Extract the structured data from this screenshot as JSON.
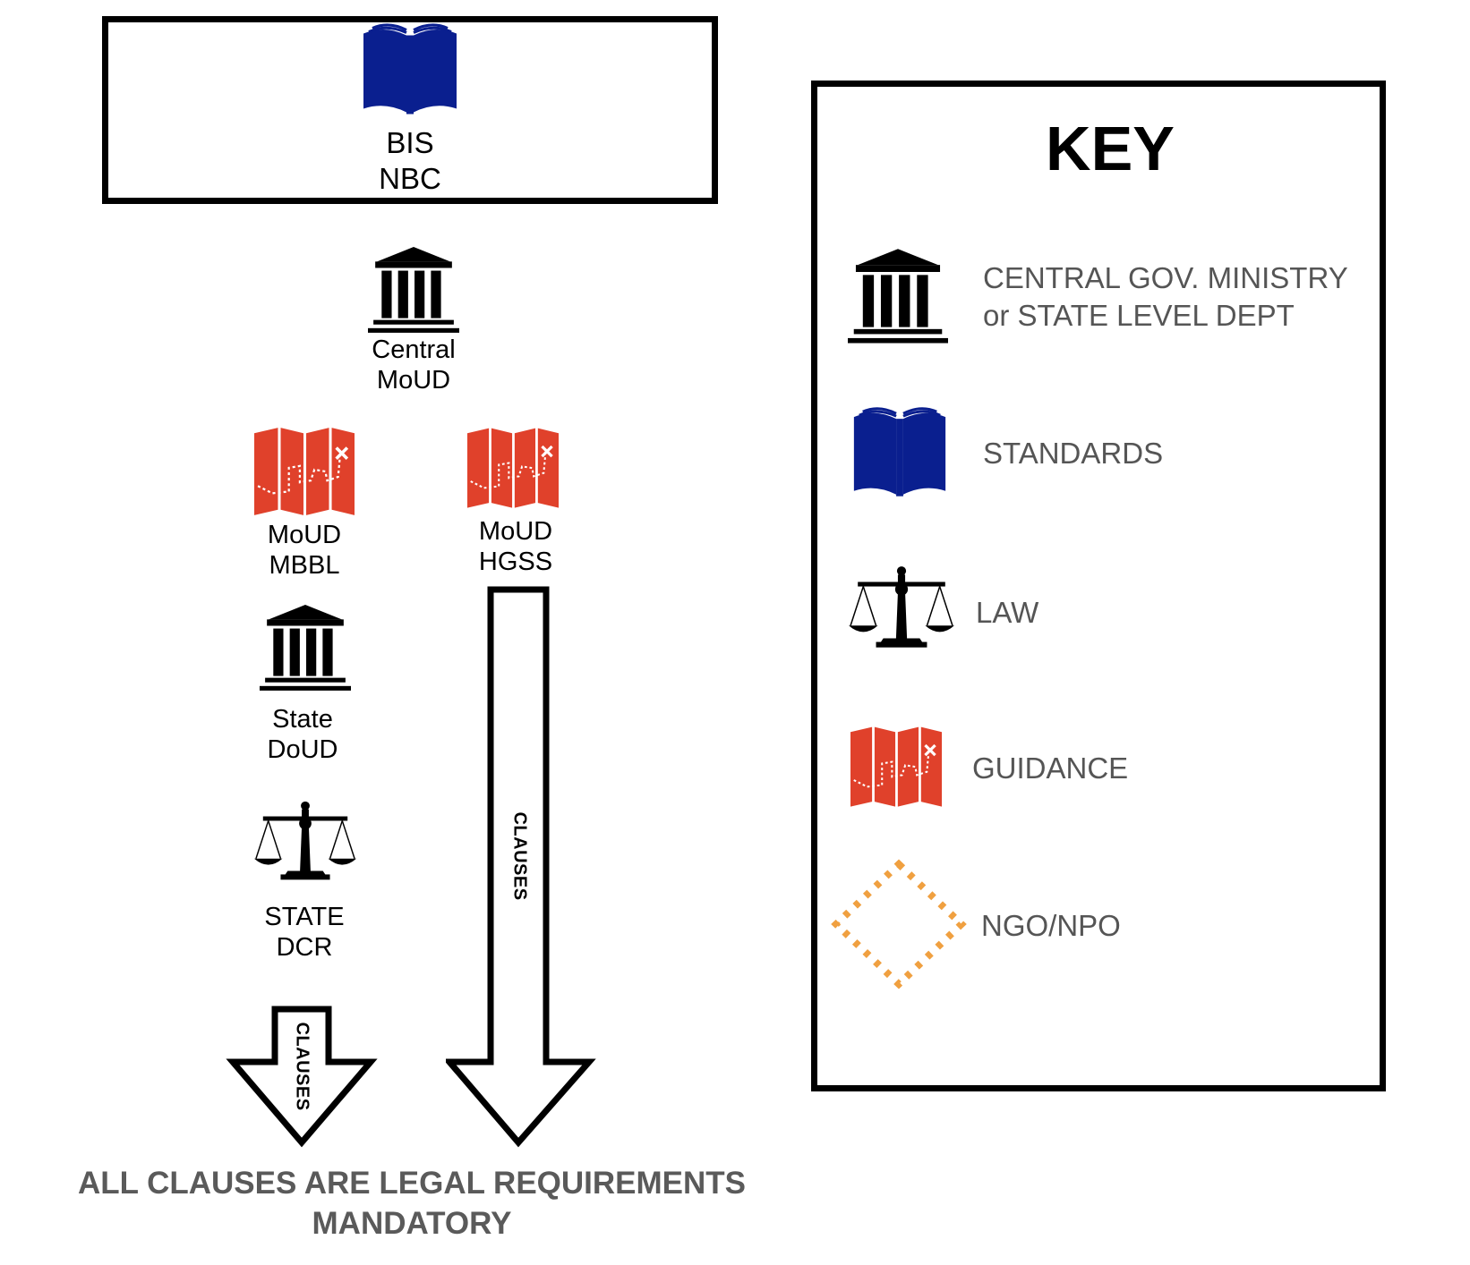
{
  "flow": {
    "bis": {
      "line1": "BIS",
      "line2": "NBC",
      "icon": "book-icon"
    },
    "central": {
      "line1": "Central",
      "line2": "MoUD",
      "icon": "government-building-icon"
    },
    "mbbl": {
      "line1": "MoUD",
      "line2": "MBBL",
      "icon": "guidance-map-icon"
    },
    "hgss": {
      "line1": "MoUD",
      "line2": "HGSS",
      "icon": "guidance-map-icon"
    },
    "state_doud": {
      "line1": "State",
      "line2": "DoUD",
      "icon": "government-building-icon"
    },
    "state_dcr": {
      "line1": "STATE",
      "line2": "DCR",
      "icon": "scales-icon"
    },
    "arrow_short_label": "CLAUSES",
    "arrow_long_label": "CLAUSES"
  },
  "footer": {
    "line1": "ALL CLAUSES ARE LEGAL REQUIREMENTS",
    "line2": "MANDATORY"
  },
  "key": {
    "title": "KEY",
    "items": [
      {
        "icon": "government-building-icon",
        "line1": "CENTRAL GOV. MINISTRY",
        "line2": "or STATE LEVEL DEPT"
      },
      {
        "icon": "book-icon",
        "line1": "STANDARDS"
      },
      {
        "icon": "scales-icon",
        "line1": "LAW"
      },
      {
        "icon": "guidance-map-icon",
        "line1": "GUIDANCE"
      },
      {
        "icon": "dotted-diamond-icon",
        "line1": "NGO/NPO"
      }
    ]
  },
  "colors": {
    "standards_blue": "#0a1f8f",
    "guidance_red": "#e0412b",
    "ngo_orange": "#f0a040",
    "key_text": "#555555",
    "footer_text": "#5a5a5a"
  }
}
